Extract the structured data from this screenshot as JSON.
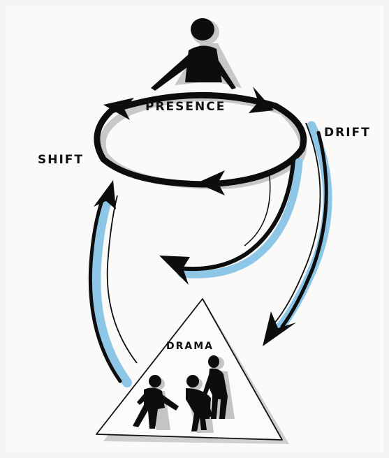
{
  "labels": {
    "presence": "PRESENCE",
    "drift": "DRIFT",
    "shift": "SHIFT",
    "drama": "DRAMA"
  },
  "colors": {
    "paper": "#f4f4f2",
    "ink": "#0d0d0d",
    "shadow": "#bdbdbd",
    "accent_blue": "#8ec6e8"
  }
}
